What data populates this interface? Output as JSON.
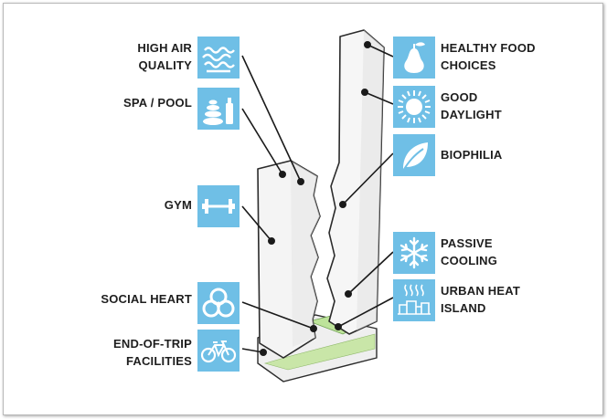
{
  "features": {
    "left": [
      {
        "id": "high-air-quality",
        "label": "HIGH AIR\nQUALITY",
        "icon": "air-waves-icon"
      },
      {
        "id": "spa-pool",
        "label": "SPA / POOL",
        "icon": "spa-stones-bottle-icon"
      },
      {
        "id": "gym",
        "label": "GYM",
        "icon": "dumbbell-icon"
      },
      {
        "id": "social-heart",
        "label": "SOCIAL HEART",
        "icon": "people-circles-icon"
      },
      {
        "id": "end-of-trip",
        "label": "END-OF-TRIP\nFACILITIES",
        "icon": "bicycle-icon"
      }
    ],
    "right": [
      {
        "id": "healthy-food",
        "label": "HEALTHY FOOD\nCHOICES",
        "icon": "pear-leaf-icon"
      },
      {
        "id": "good-daylight",
        "label": "GOOD\nDAYLIGHT",
        "icon": "sun-icon"
      },
      {
        "id": "biophilia",
        "label": "BIOPHILIA",
        "icon": "leaf-icon"
      },
      {
        "id": "passive-cooling",
        "label": "PASSIVE\nCOOLING",
        "icon": "snowflake-icon"
      },
      {
        "id": "urban-heat-island",
        "label": "URBAN HEAT\nISLAND",
        "icon": "heat-buildings-icon"
      }
    ]
  },
  "colors": {
    "icon_tile": "#6fbfe6",
    "icon_glyph": "#ffffff",
    "tower_fill": "#f4f4f4",
    "tower_outline": "#2b2b2b",
    "podium_green": "#c9e6a8",
    "leader_line": "#1a1a1a"
  }
}
